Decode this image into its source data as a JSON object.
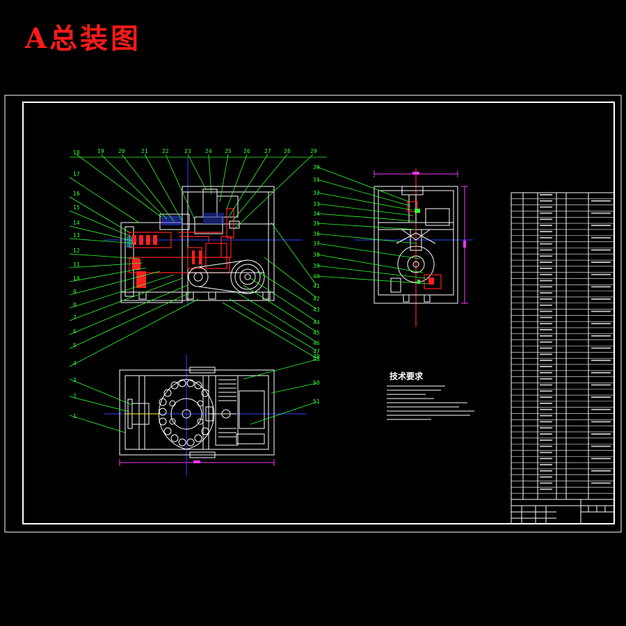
{
  "page": {
    "title": "A总装图"
  },
  "drawing": {
    "callouts_front_top": [
      "18",
      "19",
      "20",
      "21",
      "22",
      "23",
      "24",
      "25",
      "26",
      "27",
      "28",
      "29"
    ],
    "callouts_front_left": [
      "17",
      "16",
      "15",
      "14",
      "13",
      "12",
      "11",
      "10",
      "9",
      "8",
      "7",
      "6",
      "5",
      "4"
    ],
    "callouts_front_right": [
      "41",
      "42",
      "43",
      "44",
      "45",
      "46",
      "47",
      "48"
    ],
    "callouts_plan_left": [
      "3",
      "2",
      "1"
    ],
    "callouts_plan_right": [
      "49",
      "50",
      "51"
    ],
    "callouts_side": [
      "30",
      "31",
      "32",
      "33",
      "34",
      "35",
      "36",
      "37",
      "38",
      "39",
      "40"
    ],
    "technical_requirements_title": "技术要求",
    "colors": {
      "title": "#ff1a1a",
      "outline": "#ffffff",
      "leader": "#33ff33",
      "section": "#ff2020",
      "centerline": "#3344ff",
      "dimension": "#ff33ff"
    }
  },
  "title_block": {
    "row_count": 50
  }
}
